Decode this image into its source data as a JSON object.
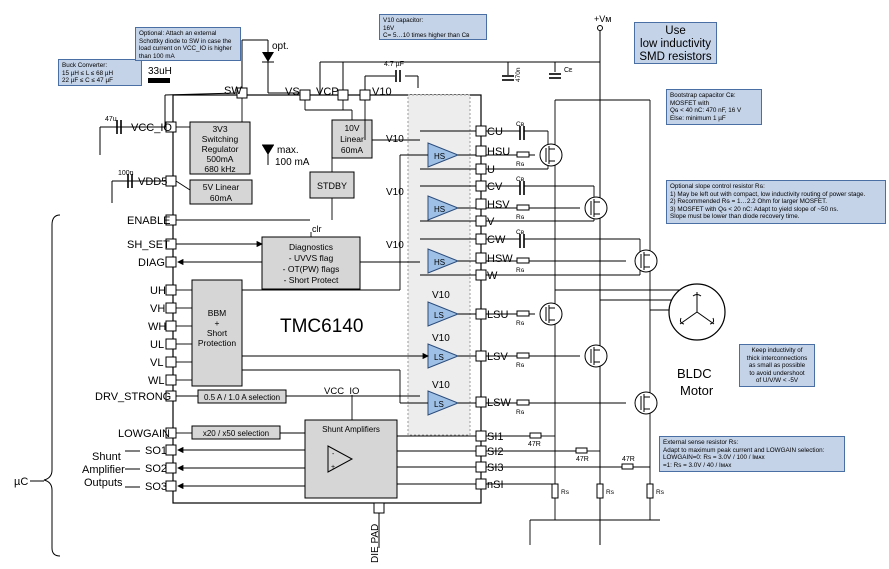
{
  "notes": {
    "buck": {
      "lines": [
        "Buck Converter:",
        "15 µH ≤ L ≤ 68 µH",
        "22 µF ≤ C ≤ 47 µF"
      ]
    },
    "schottky": {
      "lines": [
        "Optional: Attach an external",
        "Schottky diode to SW in case the",
        "load current on VCC_IO is higher",
        "than 100 mA"
      ]
    },
    "v10cap": {
      "lines": [
        "V10 capacitor:",
        "16V",
        "C= 5…10 times higher than Cв"
      ]
    },
    "lowind": {
      "lines": [
        "Use",
        "low inductivity",
        "SMD resistors"
      ]
    },
    "bootstrap": {
      "lines": [
        "Bootstrap capacitor Cв:",
        "MOSFET with",
        "Qɢ < 40 nC: 470 nF, 16 V",
        "Else: minimum 1 µF"
      ]
    },
    "slope": {
      "lines": [
        "Optional slope control resistor Rɢ:",
        "1) May be left out with compact, low inductivity routing of power stage.",
        "2) Recommended Rɢ = 1…2.2 Ohm for larger MOSFET.",
        "3) MOSFET with Qɢ < 20 nC: Adapt to yield slope of ~50 ns.",
        "Slope must be lower than diode recovery time."
      ]
    },
    "keepind": {
      "lines": [
        "Keep inductivity of",
        "thick interconnections",
        "as small as possible",
        "to avoid undershoot",
        "of U/V/W < -5V"
      ]
    },
    "sense": {
      "lines": [
        "External sense resistor Rs:",
        "Adapt to maximum peak current and LOWGAIN selection:",
        "LOWGAIN=0: Rs = 3.0V / 100 / Iмᴀx",
        "=1: Rs = 3.0V / 40 / Iмᴀx"
      ]
    }
  },
  "chip": {
    "name": "TMC6140",
    "pins_left": {
      "sw": "SW",
      "vcc_io": "VCC_IO",
      "vdd5": "VDD5",
      "enable": "ENABLE",
      "sh_set": "SH_SET",
      "diag": "DIAG",
      "uh": "UH",
      "vh": "VH",
      "wh": "WH",
      "ul": "UL",
      "vl": "VL",
      "wl": "WL",
      "drv_strong": "DRV_STRONG",
      "lowgain": "LOWGAIN",
      "so1": "SO1",
      "so2": "SO2",
      "so3": "SO3"
    },
    "pins_top": {
      "vs": "VS",
      "vcp": "VCP",
      "v10": "V10"
    },
    "pins_right": {
      "cu": "CU",
      "hsu": "HSU",
      "u": "U",
      "cv": "CV",
      "hsv": "HSV",
      "v": "V",
      "cw": "CW",
      "hsw": "HSW",
      "w": "W",
      "lsu": "LSU",
      "lsv": "LSV",
      "lsw": "LSW",
      "si1": "SI1",
      "si2": "SI2",
      "si3": "SI3",
      "nsi": "nSI"
    },
    "die_pad": "DIE PAD"
  },
  "blocks": {
    "regulator": [
      "3V3",
      "Switching",
      "Regulator",
      "500mA",
      "680 kHz"
    ],
    "linear5": [
      "5V Linear",
      "60mA"
    ],
    "linear10": [
      "10V",
      "Linear",
      "60mA"
    ],
    "stdby": "STDBY",
    "diagnostics": [
      "Diagnostics",
      "- UVVS flag",
      "- OT(PW) flags",
      "- Short Protect"
    ],
    "bbm": [
      "BBM",
      "+",
      "Short",
      "Protection"
    ],
    "drv_sel": "0.5 A / 1.0 A selection",
    "gain_sel": "x20 / x50 selection",
    "shunt_amp": "Shunt Amplifiers",
    "hs": "HS",
    "ls": "LS"
  },
  "labels": {
    "opt": "opt.",
    "max_current": [
      "max.",
      "100 mA"
    ],
    "inductor": "33uH",
    "cap_47u": "47u",
    "cap_100n": "100n",
    "cap_47uf_top": "4.7 µF",
    "cap_470n": "470n",
    "cap_ce": "Cᴇ",
    "cap_cb": "Cв",
    "rg": "Rɢ",
    "rs": "Rs",
    "r47": "47R",
    "clr": "clr",
    "v10": "V10",
    "vcc_io": "VCC_IO",
    "vm": "+Vм",
    "motor": [
      "BLDC",
      "Motor"
    ],
    "uc": "µC",
    "shunt_outputs": [
      "Shunt",
      "Amplifier",
      "Outputs"
    ]
  }
}
